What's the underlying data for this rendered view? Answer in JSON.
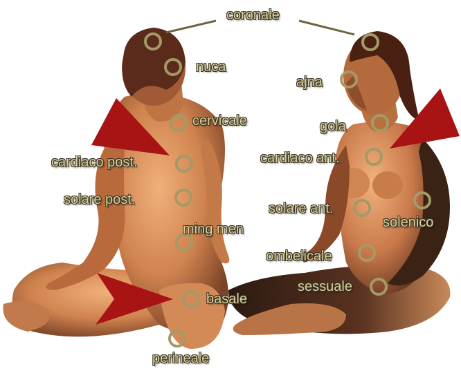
{
  "diagram": {
    "labels": {
      "coronale": "coronale",
      "nuca": "nuca",
      "ajna": "ajna",
      "cervicale": "cervicale",
      "gola": "gola",
      "cardiaco_post": "cardiaco post.",
      "cardiaco_ant": "cardiaco ant.",
      "solare_post": "solare post.",
      "solare_ant": "solare ant.",
      "solenico": "solenico",
      "ming_men": "ming men",
      "ombelicale": "ombelicale",
      "sessuale": "sessuale",
      "basale": "basale",
      "perineale": "perineale"
    },
    "colors": {
      "skin_light": "#e8a06a",
      "skin_mid": "#c8784a",
      "skin_dark": "#6a3a22",
      "hair": "#5a2a1a",
      "point_ring": "#9a9060",
      "label_text": "#d9cf9a",
      "label_outline": "#3a3424",
      "arrow": "#a81414",
      "connector": "#6f6344"
    },
    "icons": [
      "chakra-point-icon",
      "arrow-icon"
    ]
  }
}
